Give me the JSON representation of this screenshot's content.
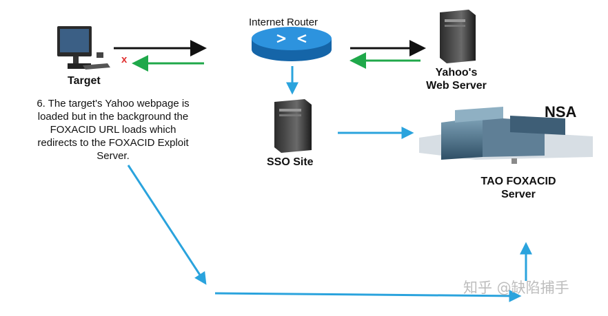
{
  "nodes": {
    "router": "Internet Router",
    "target": "Target",
    "yahoo_line1": "Yahoo's",
    "yahoo_line2": "Web Server",
    "sso": "SSO Site",
    "nsa": "NSA",
    "foxacid_line1": "TAO FOXACID",
    "foxacid_line2": "Server"
  },
  "step": {
    "line1": "6. The target's Yahoo webpage is",
    "line2": "loaded but in the background the",
    "line3": "FOXACID URL loads which",
    "line4": "redirects to the FOXACID Exploit",
    "line5": "Server."
  },
  "marks": {
    "blocked": "x"
  },
  "watermark": "知乎 @缺陷捕手",
  "colors": {
    "blue_arrow": "#2aa3dd",
    "green_arrow": "#1fa84a",
    "black_arrow": "#111111",
    "router": "#1d88d4"
  }
}
